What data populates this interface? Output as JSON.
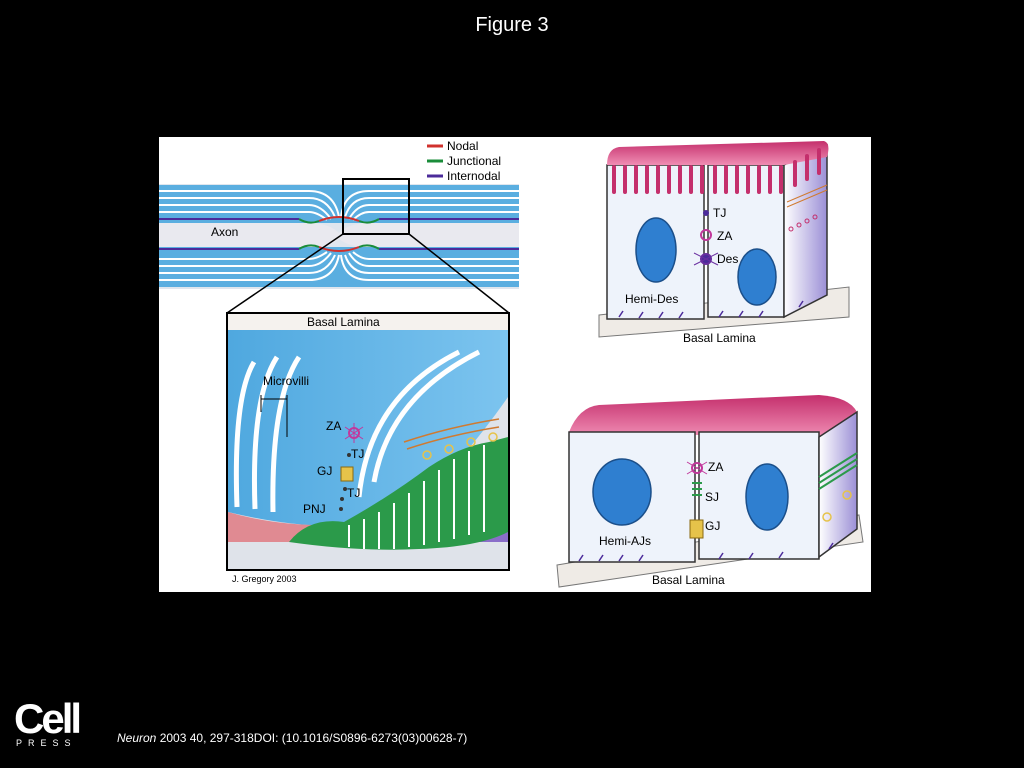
{
  "slide": {
    "title": "Figure 3"
  },
  "legend": {
    "items": [
      {
        "label": "Nodal",
        "color": "#d0312d"
      },
      {
        "label": "Junctional",
        "color": "#1a8c3a"
      },
      {
        "label": "Internodal",
        "color": "#4b2b9a"
      }
    ]
  },
  "nerve_panel": {
    "axon_label": "Axon",
    "inset_labels": {
      "basal_lamina": "Basal Lamina",
      "microvilli": "Microvilli",
      "za": "ZA",
      "tj_upper": "TJ",
      "gj": "GJ",
      "tj_lower": "TJ",
      "pnj": "PNJ"
    },
    "credit": "J. Gregory 2003"
  },
  "epithelium_top": {
    "labels": {
      "tj": "TJ",
      "za": "ZA",
      "des": "Des",
      "hemi_des": "Hemi-Des",
      "basal_lamina": "Basal Lamina"
    }
  },
  "epithelium_bottom": {
    "labels": {
      "za": "ZA",
      "sj": "SJ",
      "gj": "GJ",
      "hemi_ajs": "Hemi-AJs",
      "basal_lamina": "Basal Lamina"
    }
  },
  "colors": {
    "myelin_blue": "#5aaee0",
    "cell_pink": "#d84f86",
    "nucleus_blue": "#2f7fd0",
    "junction_purple": "#6a2fa0"
  },
  "footer": {
    "publisher_logo": {
      "word": "Cell",
      "sub": "PRESS"
    },
    "journal": "Neuron",
    "citation": " 2003 40, 297-318DOI: (10.1016/S0896-6273(03)00628-7)"
  }
}
